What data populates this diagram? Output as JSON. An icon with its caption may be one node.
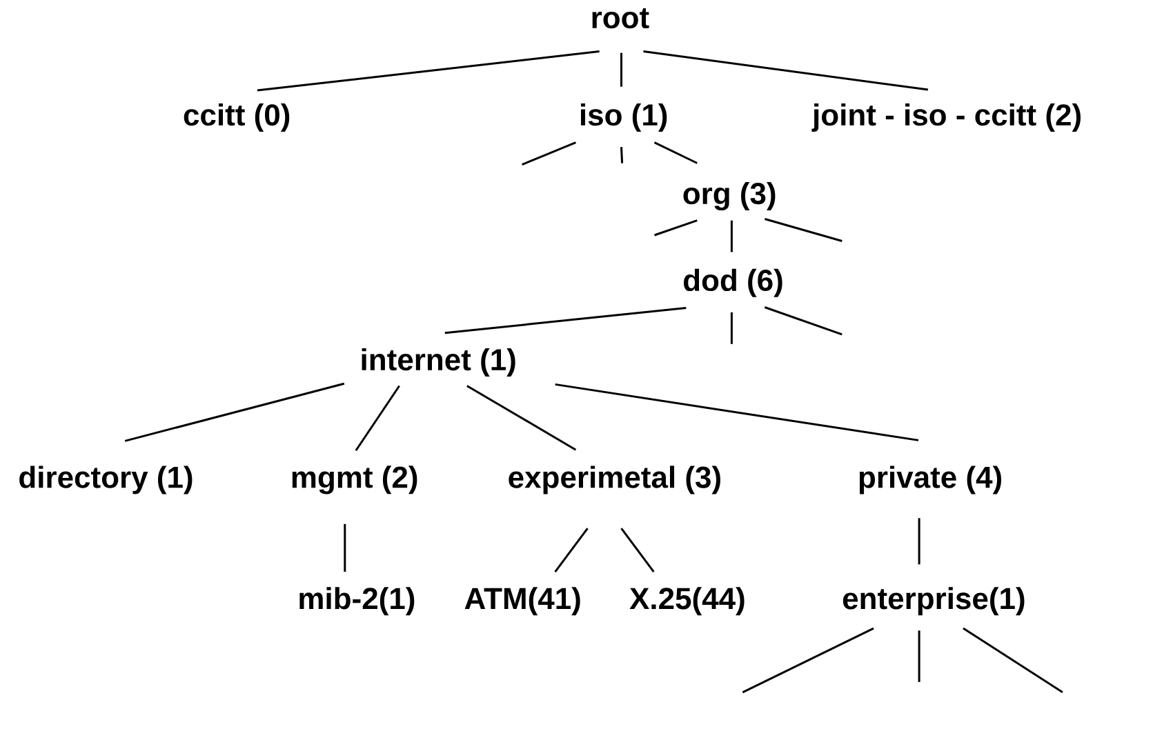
{
  "diagram": {
    "nodes": [
      {
        "text": [
          "root"
        ]
      },
      {
        "text": [
          "ccitt (0)"
        ]
      },
      {
        "text": [
          "iso (1)"
        ]
      },
      {
        "text": [
          "joint - iso - ccitt (2)"
        ]
      },
      {
        "text": [
          "org (3)"
        ]
      },
      {
        "text": [
          "dod (6)"
        ]
      },
      {
        "text": [
          "internet (1)"
        ]
      },
      {
        "text": [
          "directory (1)"
        ]
      },
      {
        "text": [
          "mgmt (2)"
        ]
      },
      {
        "text": [
          "experimetal (3)"
        ]
      },
      {
        "text": [
          "private (4)"
        ]
      },
      {
        "text": [
          "mib-2(1)"
        ]
      },
      {
        "text": [
          "ATM(41)"
        ]
      },
      {
        "text": [
          "X.25(44)"
        ]
      },
      {
        "text": [
          "enterprise(1)"
        ]
      }
    ],
    "edges": [
      {
        "from": 0,
        "to": 1,
        "arrow": "none"
      },
      {
        "from": 0,
        "to": 2,
        "arrow": "none"
      },
      {
        "from": 0,
        "to": 3,
        "arrow": "none"
      },
      {
        "from": 2,
        "to": null,
        "arrow": "none"
      },
      {
        "from": 2,
        "to": null,
        "arrow": "none"
      },
      {
        "from": 2,
        "to": 4,
        "arrow": "none"
      },
      {
        "from": 4,
        "to": null,
        "arrow": "none"
      },
      {
        "from": 4,
        "to": 5,
        "arrow": "none"
      },
      {
        "from": 4,
        "to": null,
        "arrow": "none"
      },
      {
        "from": 5,
        "to": 6,
        "arrow": "none"
      },
      {
        "from": 5,
        "to": null,
        "arrow": "none"
      },
      {
        "from": 5,
        "to": null,
        "arrow": "none"
      },
      {
        "from": 6,
        "to": 7,
        "arrow": "none"
      },
      {
        "from": 6,
        "to": 8,
        "arrow": "none"
      },
      {
        "from": 6,
        "to": 9,
        "arrow": "none"
      },
      {
        "from": 6,
        "to": 10,
        "arrow": "none"
      },
      {
        "from": 8,
        "to": 11,
        "arrow": "none"
      },
      {
        "from": 9,
        "to": 12,
        "arrow": "none"
      },
      {
        "from": 9,
        "to": 13,
        "arrow": "none"
      },
      {
        "from": 10,
        "to": 14,
        "arrow": "none"
      },
      {
        "from": 14,
        "to": null,
        "arrow": "none"
      },
      {
        "from": 14,
        "to": null,
        "arrow": "none"
      },
      {
        "from": 14,
        "to": null,
        "arrow": "none"
      }
    ]
  }
}
